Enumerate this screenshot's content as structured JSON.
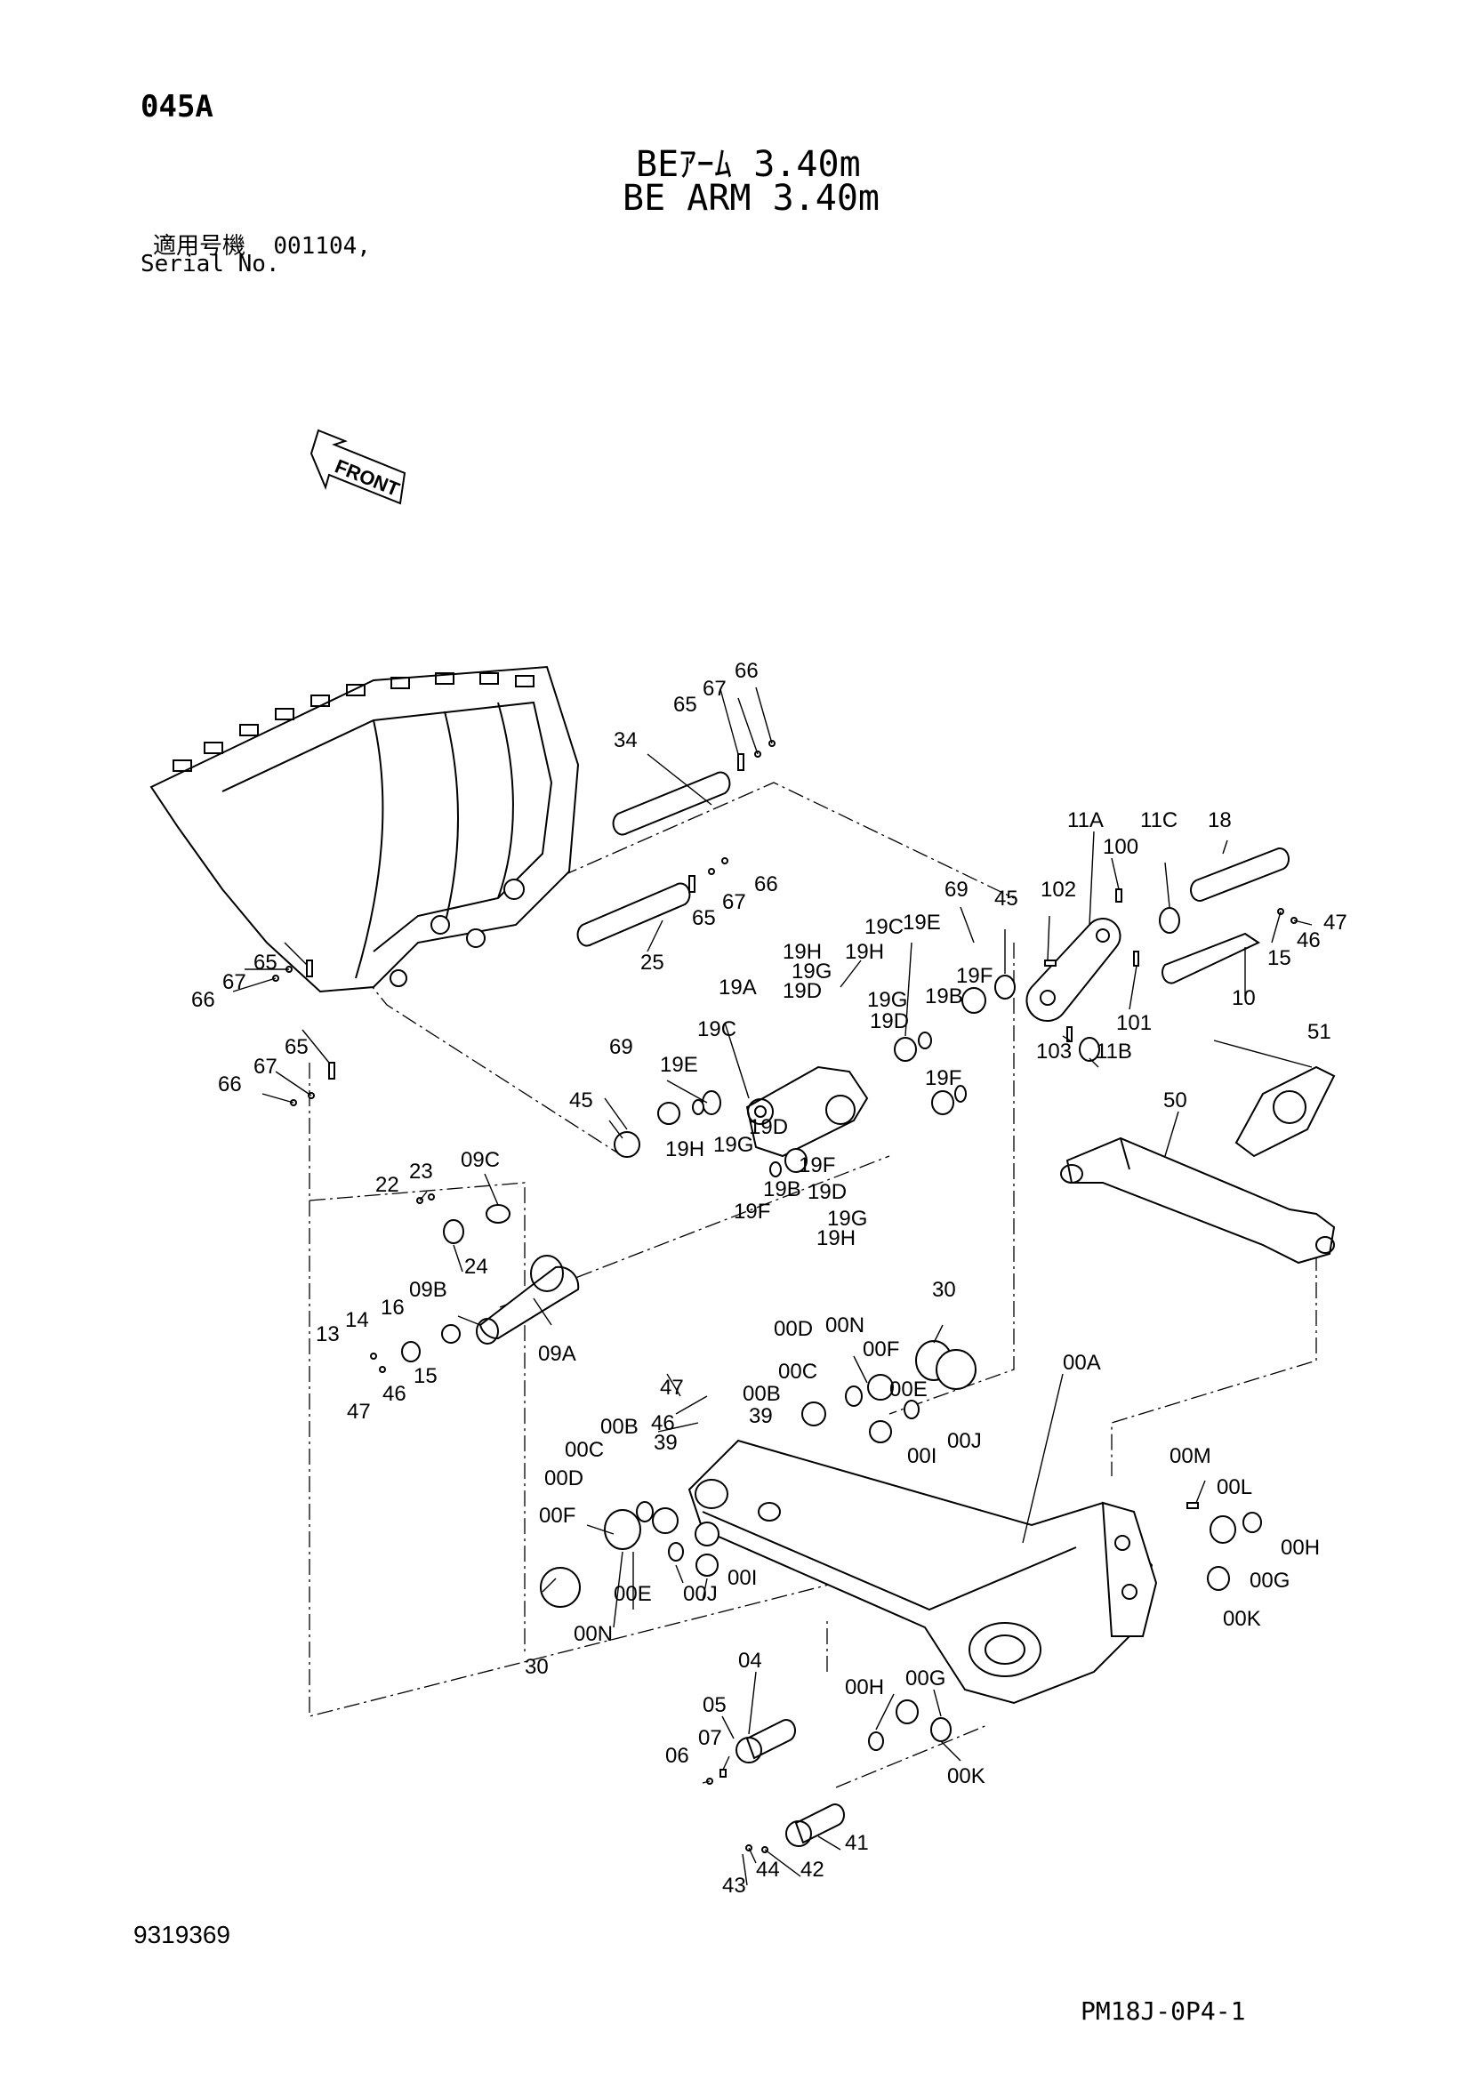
{
  "header": {
    "page_code": "045A",
    "title_jp": "BEｱｰﾑ 3.40m",
    "title_en": "BE ARM 3.40m",
    "serial_label_jp": "適用号機",
    "serial_value": "001104,",
    "serial_label_en": "Serial No."
  },
  "front_label": "FRONT",
  "footer": {
    "doc_number": "9319369",
    "plate_code": "PM18J-0P4-1"
  },
  "callouts": {
    "c66a": "66",
    "c67a": "67",
    "c65a": "65",
    "c34": "34",
    "c66b": "66",
    "c67b": "67",
    "c65b": "65",
    "c25": "25",
    "c65c": "65",
    "c67c": "67",
    "c66c": "66",
    "c65d": "65",
    "c67d": "67",
    "c66d": "66",
    "c11A": "11A",
    "c11C": "11C",
    "c18": "18",
    "c100": "100",
    "c102": "102",
    "c47a": "47",
    "c46a": "46",
    "c15a": "15",
    "c10": "10",
    "c101": "101",
    "c103": "103",
    "c11B": "11B",
    "c69a": "69",
    "c45a": "45",
    "c19C_a": "19C",
    "c19E_a": "19E",
    "c19H_a": "19H",
    "c19H_b": "19H",
    "c19G_a": "19G",
    "c19A": "19A",
    "c19D_a": "19D",
    "c19B_a": "19B",
    "c19F_a": "19F",
    "c19G_b": "19G",
    "c19D_b": "19D",
    "c19F_b": "19F",
    "c69b": "69",
    "c19C_b": "19C",
    "c19E_b": "19E",
    "c45b": "45",
    "c19H_c": "19H",
    "c19G_c": "19G",
    "c19D_c": "19D",
    "c19F_c": "19F",
    "c19B_b": "19B",
    "c19D_d": "19D",
    "c19F_d": "19F",
    "c19G_d": "19G",
    "c19H_d": "19H",
    "c51": "51",
    "c50": "50",
    "c22": "22",
    "c23": "23",
    "c09C": "09C",
    "c24": "24",
    "c09B": "09B",
    "c16": "16",
    "c14": "14",
    "c13": "13",
    "c09A": "09A",
    "c47b": "47",
    "c46b": "46",
    "c15b": "15",
    "c30a": "30",
    "c00D_a": "00D",
    "c00N_a": "00N",
    "c00F_a": "00F",
    "c00C_a": "00C",
    "c00A": "00A",
    "c47c": "47",
    "c00B_a": "00B",
    "c46c": "46",
    "c39a": "39",
    "c00E_a": "00E",
    "c39b": "39",
    "c00I_a": "00I",
    "c00J_a": "00J",
    "c00B_b": "00B",
    "c00C_b": "00C",
    "c00D_b": "00D",
    "c00F_b": "00F",
    "c00E_b": "00E",
    "c00N_b": "00N",
    "c30b": "30",
    "c00J_b": "00J",
    "c00I_b": "00I",
    "c00M": "00M",
    "c00L": "00L",
    "c00H_a": "00H",
    "c00G_a": "00G",
    "c00K_a": "00K",
    "c04": "04",
    "c05": "05",
    "c07": "07",
    "c06": "06",
    "c00G_b": "00G",
    "c00H_b": "00H",
    "c00K_b": "00K",
    "c41": "41",
    "c42": "42",
    "c44": "44",
    "c43": "43"
  }
}
